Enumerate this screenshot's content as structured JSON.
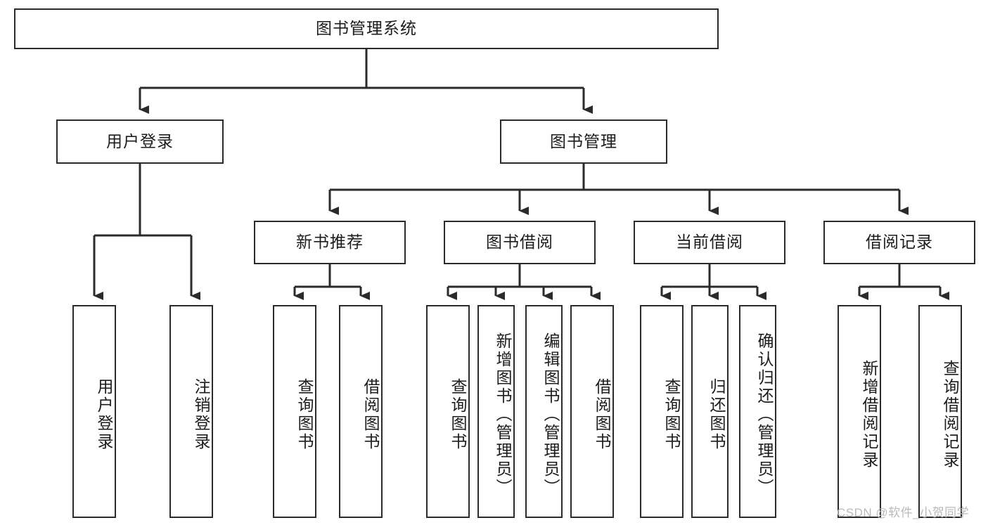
{
  "diagram": {
    "title_node": {
      "label": "图书管理系统"
    },
    "level2": [
      {
        "id": "user-login",
        "label": "用户登录"
      },
      {
        "id": "book-management",
        "label": "图书管理"
      }
    ],
    "level3": [
      {
        "id": "new-book-recommend",
        "label": "新书推荐"
      },
      {
        "id": "book-borrow",
        "label": "图书借阅"
      },
      {
        "id": "current-borrow",
        "label": "当前借阅"
      },
      {
        "id": "borrow-record",
        "label": "借阅记录"
      }
    ],
    "leaves": [
      {
        "id": "leaf-user-login",
        "label": "用户登录",
        "parent": "user-login"
      },
      {
        "id": "leaf-user-logout",
        "label": "注销登录",
        "parent": "user-login"
      },
      {
        "id": "leaf-query-book-1",
        "label": "查询图书",
        "parent": "new-book-recommend"
      },
      {
        "id": "leaf-borrow-book-1",
        "label": "借阅图书",
        "parent": "new-book-recommend"
      },
      {
        "id": "leaf-query-book-2",
        "label": "查询图书",
        "parent": "book-borrow"
      },
      {
        "id": "leaf-add-book",
        "label": "新增图书（管理员）",
        "parent": "book-borrow"
      },
      {
        "id": "leaf-edit-book",
        "label": "编辑图书（管理员）",
        "parent": "book-borrow"
      },
      {
        "id": "leaf-borrow-book-2",
        "label": "借阅图书",
        "parent": "book-borrow"
      },
      {
        "id": "leaf-query-book-3",
        "label": "查询图书",
        "parent": "current-borrow"
      },
      {
        "id": "leaf-return-book",
        "label": "归还图书",
        "parent": "current-borrow"
      },
      {
        "id": "leaf-confirm-return",
        "label": "确认归还（管理员）",
        "parent": "current-borrow"
      },
      {
        "id": "leaf-add-record",
        "label": "新增借阅记录",
        "parent": "borrow-record"
      },
      {
        "id": "leaf-query-record",
        "label": "查询借阅记录",
        "parent": "borrow-record"
      }
    ],
    "watermark": "CSDN @软件_小贺同学",
    "colors": {
      "stroke": "#2b2b2b",
      "background": "#ffffff",
      "text": "#1c1c1c",
      "watermark": "#b9b9b9"
    }
  }
}
